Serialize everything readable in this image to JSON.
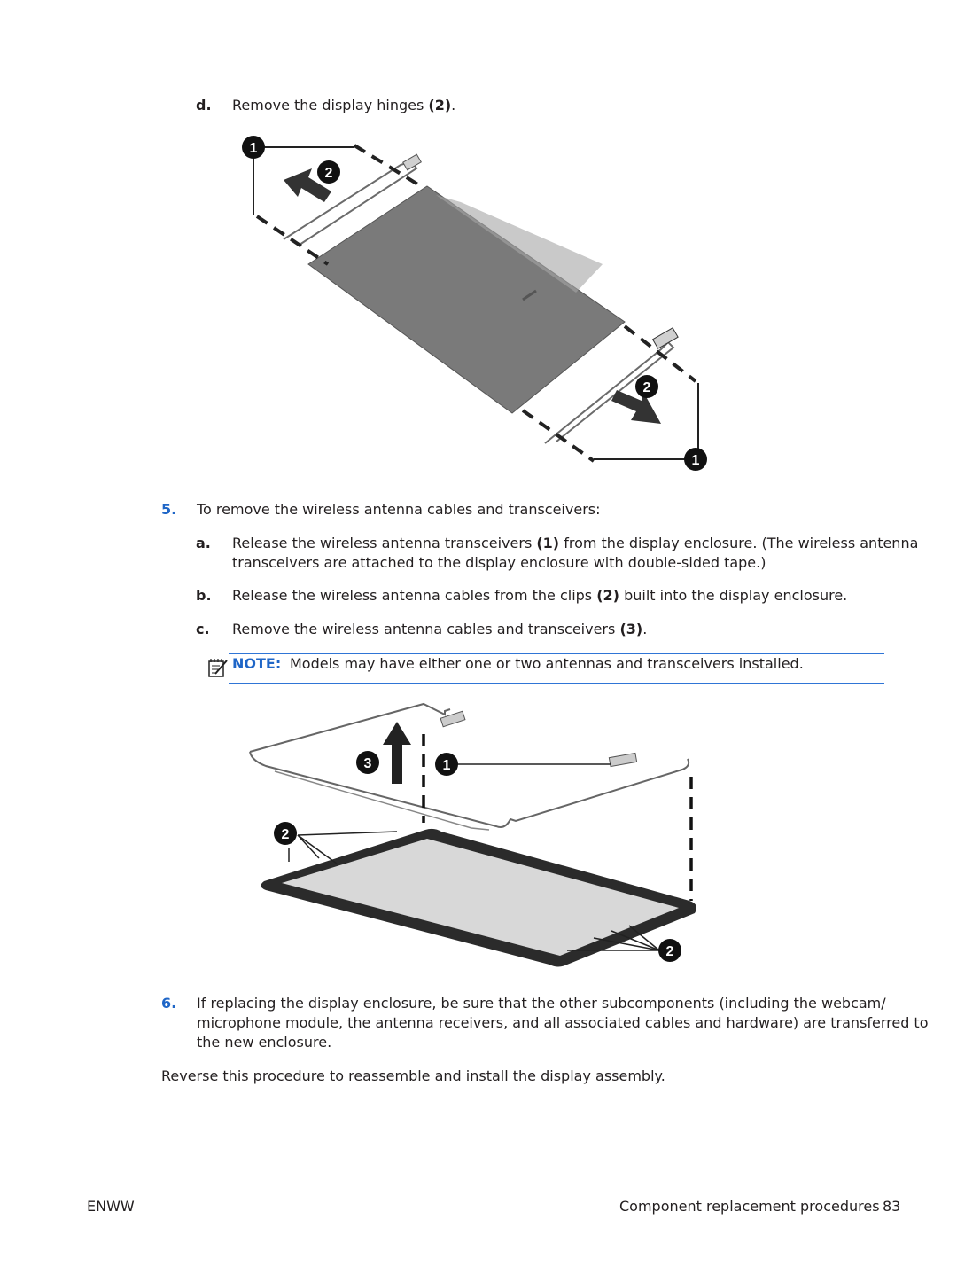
{
  "step_d": {
    "marker": "d.",
    "text": "Remove the display hinges ",
    "callout": "(2)",
    "end": "."
  },
  "figure1": {
    "callouts": [
      "1",
      "2",
      "2",
      "1"
    ]
  },
  "step5": {
    "marker": "5.",
    "text": "To remove the wireless antenna cables and transceivers:"
  },
  "step5a": {
    "marker": "a.",
    "line1_pre": "Release the wireless antenna transceivers ",
    "line1_callout": "(1)",
    "line1_post": " from the display enclosure. (The wireless antenna",
    "line2": "transceivers are attached to the display enclosure with double-sided tape.)"
  },
  "step5b": {
    "marker": "b.",
    "pre": "Release the wireless antenna cables from the clips ",
    "callout": "(2)",
    "post": " built into the display enclosure."
  },
  "step5c": {
    "marker": "c.",
    "pre": "Remove the wireless antenna cables and transceivers ",
    "callout": "(3)",
    "post": "."
  },
  "note": {
    "label": "NOTE:",
    "text": "Models may have either one or two antennas and transceivers installed."
  },
  "figure2": {
    "callouts": [
      "3",
      "1",
      "2",
      "2"
    ]
  },
  "step6": {
    "marker": "6.",
    "line1": "If replacing the display enclosure, be sure that the other subcomponents (including the webcam/",
    "line2": "microphone module, the antenna receivers, and all associated cables and hardware) are transferred to",
    "line3": "the new enclosure."
  },
  "closing": "Reverse this procedure to reassemble and install the display assembly.",
  "footer": {
    "left": "ENWW",
    "section": "Component replacement procedures",
    "page": "83"
  },
  "colors": {
    "accent_blue": "#1f66c7",
    "note_rule": "#2f75d6",
    "text": "#231f20"
  }
}
